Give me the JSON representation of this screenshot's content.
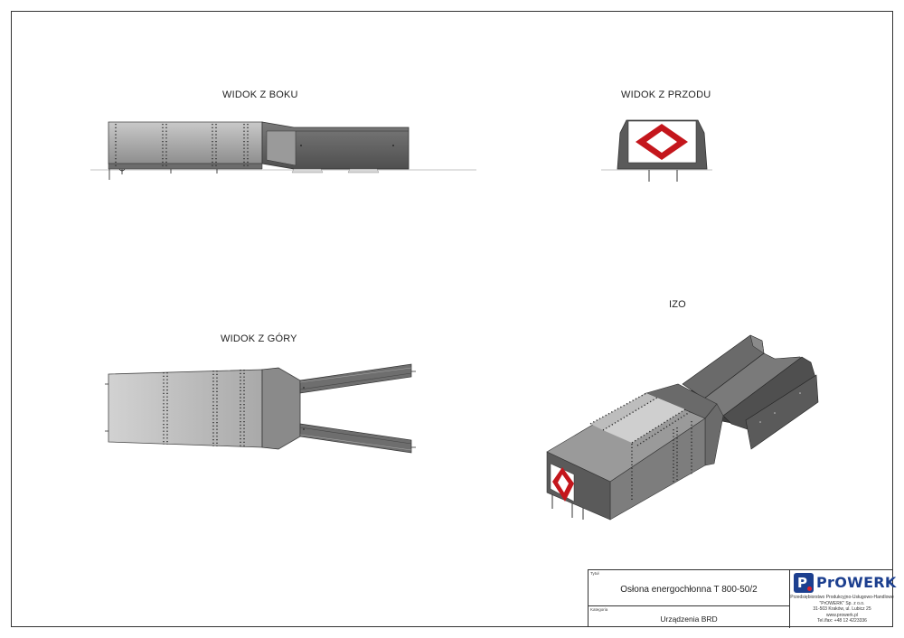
{
  "views": {
    "side": "WIDOK Z BOKU",
    "front": "WIDOK Z PRZODU",
    "top": "WIDOK Z GÓRY",
    "iso": "IZO"
  },
  "title_block": {
    "title_label": "Tytuł",
    "title": "Osłona energochłonna T 800-50/2",
    "category_label": "Kategoria",
    "category": "Urządzenia BRD"
  },
  "company": {
    "logo_text": "PrOWERK",
    "logo_letter": "P",
    "line1": "Przedsiębiorstwo Produkcyjno-Usługowo-Handlowe",
    "line2": "\"PrOWERK\" Sp. z o.o.",
    "line3": "31-503 Kraków, ul. Lubicz 25",
    "line4": "www.prowerk.pl",
    "line5": "Tel./fax: +48 12 4223336"
  },
  "colors": {
    "steel_light": "#b9b9b9",
    "steel_mid": "#8d8d8d",
    "steel_dark": "#5a5a5a",
    "reflector_red": "#c4161c",
    "logo_blue": "#1c3f8f"
  }
}
